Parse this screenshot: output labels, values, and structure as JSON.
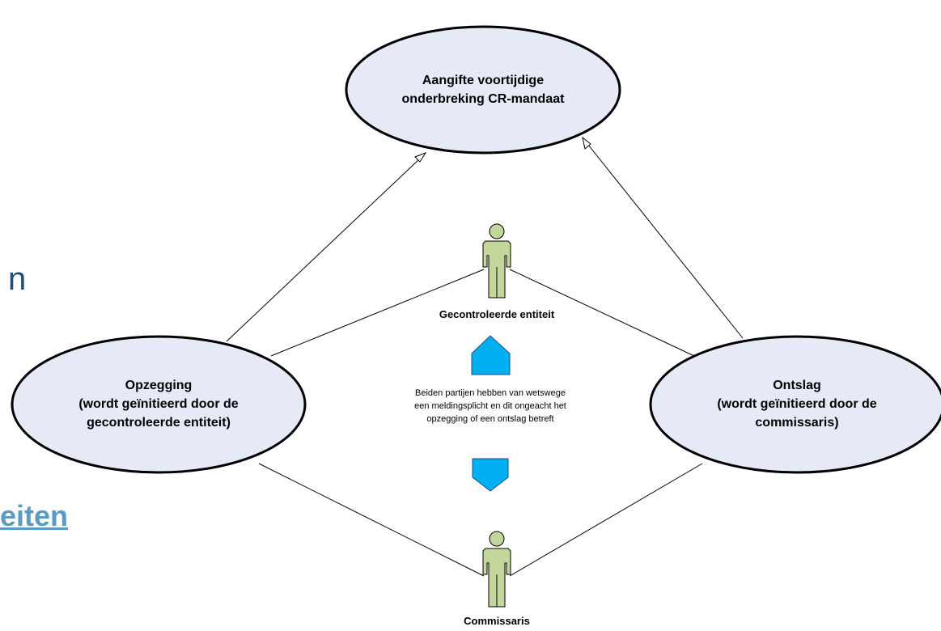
{
  "background_fragments": {
    "left_top": "n",
    "left_bottom": "eiten"
  },
  "nodes": {
    "top_usecase": {
      "line1": "Aangifte voortijdige",
      "line2": "onderbreking CR-mandaat"
    },
    "left_usecase": {
      "line1": "Opzegging",
      "line2": "(wordt geïnitieerd door de",
      "line3": "gecontroleerde entiteit)"
    },
    "right_usecase": {
      "line1": "Ontslag",
      "line2": "(wordt geïnitieerd door de",
      "line3": "commissaris)"
    },
    "actor_top": {
      "label": "Gecontroleerde entiteit"
    },
    "actor_bottom": {
      "label": "Commissaris"
    },
    "note": {
      "line1": "Beiden partijen hebben van wetswege",
      "line2": "een meldingsplicht en dit ongeacht het",
      "line3": "opzegging of een ontslag betreft"
    }
  },
  "colors": {
    "usecase_fill": "#e6eaf6",
    "actor_fill": "#c3d69b",
    "arrow_fill": "#00b0f0",
    "background_text": "#1f4e79",
    "background_link": "#5b9bc3"
  }
}
